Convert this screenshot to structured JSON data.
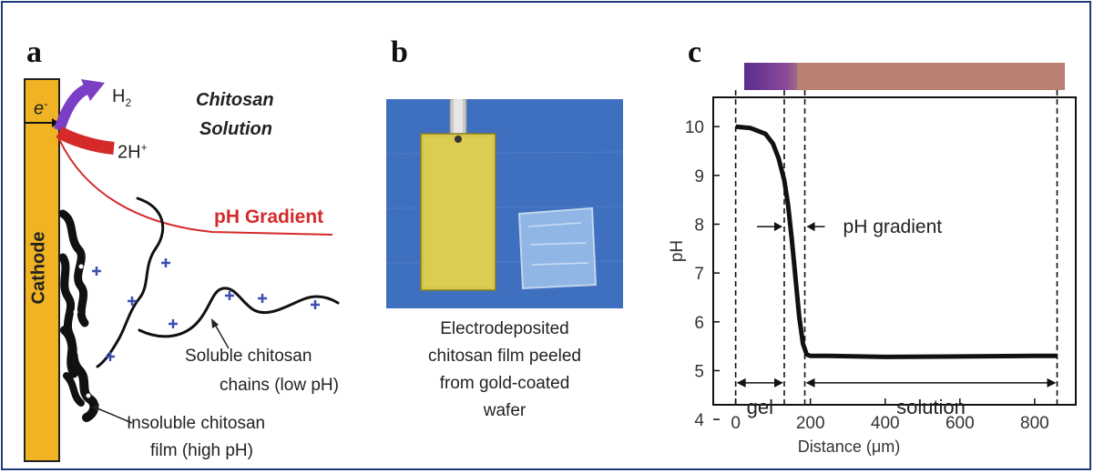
{
  "figure": {
    "colors": {
      "frame": "#1f3a78",
      "cathode": "#f0b323",
      "red": "#d42a2a",
      "purple": "#7a3fc4",
      "plus": "#3b4fb0"
    },
    "panel_a": {
      "letter": "a",
      "electron": "e",
      "electron_sup": "-",
      "h2": "H",
      "h2_sub": "2",
      "proton": "2H",
      "proton_sup": "+",
      "solution_line1": "Chitosan",
      "solution_line2": "Solution",
      "cathode": "Cathode",
      "gradient": "pH Gradient",
      "soluble_line1": "Soluble chitosan",
      "soluble_line2": "chains (low pH)",
      "insoluble_line1": "Insoluble chitosan",
      "insoluble_line2": "film (high pH)"
    },
    "panel_b": {
      "letter": "b",
      "caption_line1": "Electrodeposited",
      "caption_line2": "chitosan film peeled",
      "caption_line3": "from gold-coated",
      "caption_line4": "wafer"
    },
    "panel_c": {
      "letter": "c",
      "gradient_label": "pH gradient",
      "gel_label": "gel",
      "solution_label": "solution"
    }
  },
  "chart_data": {
    "type": "line",
    "xlabel": "Distance (μm)",
    "ylabel": "pH",
    "xlim": [
      -60,
      910
    ],
    "ylim": [
      4.3,
      10.6
    ],
    "xticks": [
      0,
      200,
      400,
      600,
      800
    ],
    "yticks": [
      4,
      5,
      6,
      7,
      8,
      9,
      10
    ],
    "grid": false,
    "series": [
      {
        "x": [
          0,
          40,
          80,
          100,
          115,
          130,
          140,
          150,
          160,
          170,
          180,
          190,
          200,
          250,
          400,
          600,
          800,
          860
        ],
        "y": [
          10.0,
          9.97,
          9.85,
          9.65,
          9.35,
          8.9,
          8.4,
          7.7,
          6.9,
          6.1,
          5.55,
          5.33,
          5.3,
          5.3,
          5.28,
          5.29,
          5.3,
          5.3
        ]
      }
    ],
    "vlines": [
      0,
      130,
      185,
      860
    ]
  }
}
